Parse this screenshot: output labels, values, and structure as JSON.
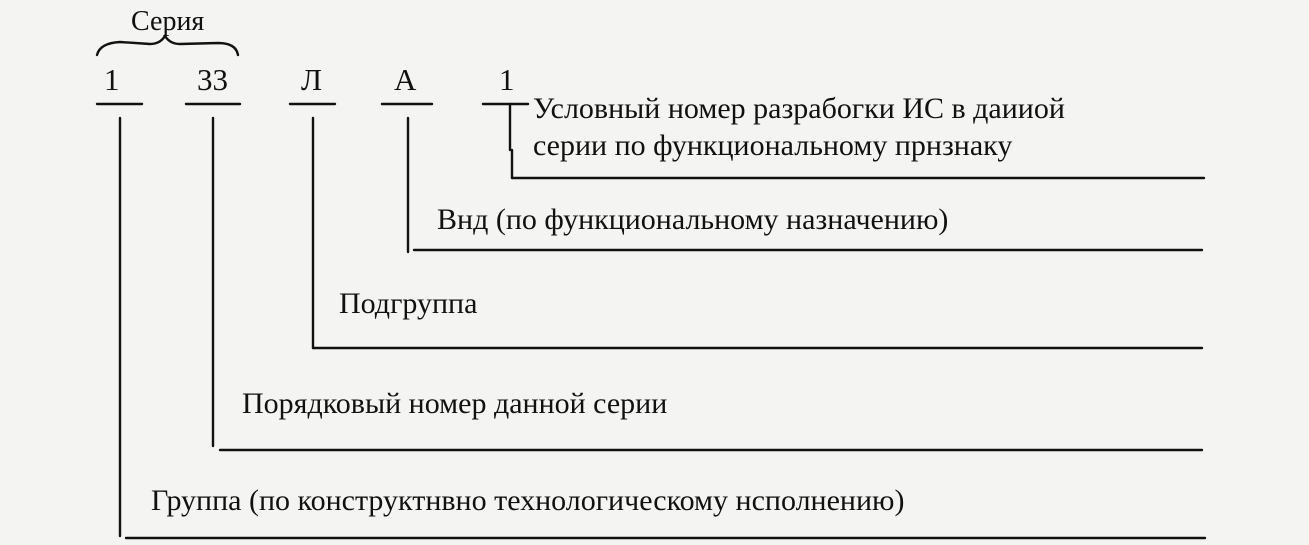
{
  "series_label": "Серия",
  "code_parts": {
    "group": "1",
    "series_number": "33",
    "subgroup": "Л",
    "type": "А",
    "development_number": "1"
  },
  "descriptions": {
    "development_number": {
      "line1": "Условный номер разрабогки ИС в даииой",
      "line2": "серии по функциональному прнзнаку"
    },
    "type": "Внд (по функциональному назначению)",
    "subgroup": "Подгруппа",
    "series_number": "Порядковый номер данной серии",
    "group": "Группа (по конструктнвно технологическому нсполнению)"
  }
}
